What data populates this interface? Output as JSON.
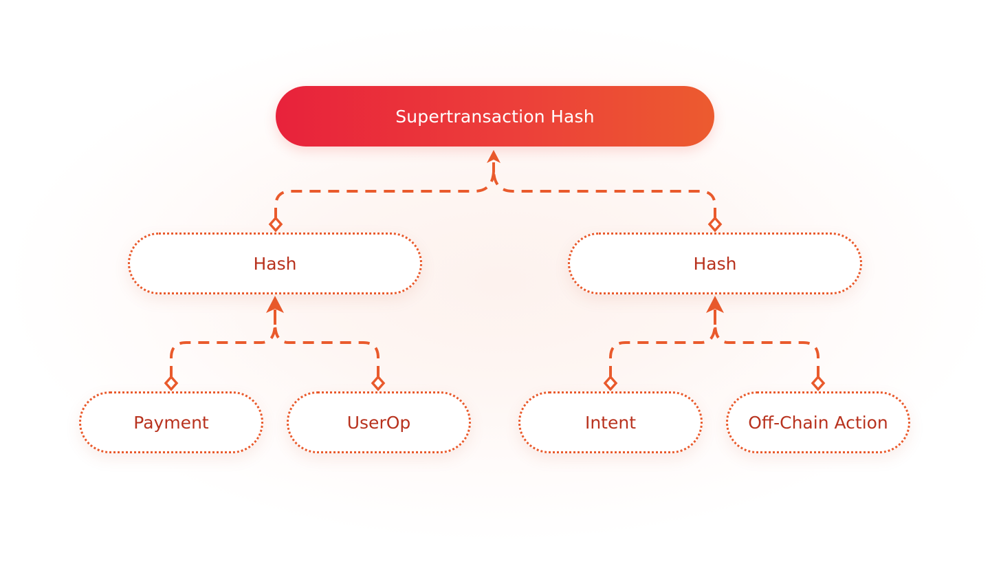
{
  "diagram": {
    "root": {
      "label": "Supertransaction Hash"
    },
    "branches": [
      {
        "label": "Hash",
        "children": [
          {
            "label": "Payment"
          },
          {
            "label": "UserOp"
          }
        ]
      },
      {
        "label": "Hash",
        "children": [
          {
            "label": "Intent"
          },
          {
            "label": "Off-Chain Action"
          }
        ]
      }
    ]
  },
  "colors": {
    "accent": "#e95a2c",
    "root_gradient_start": "#e8223b",
    "root_gradient_end": "#ec5b2f",
    "node_text": "#b8321e",
    "root_text": "#ffffff"
  }
}
